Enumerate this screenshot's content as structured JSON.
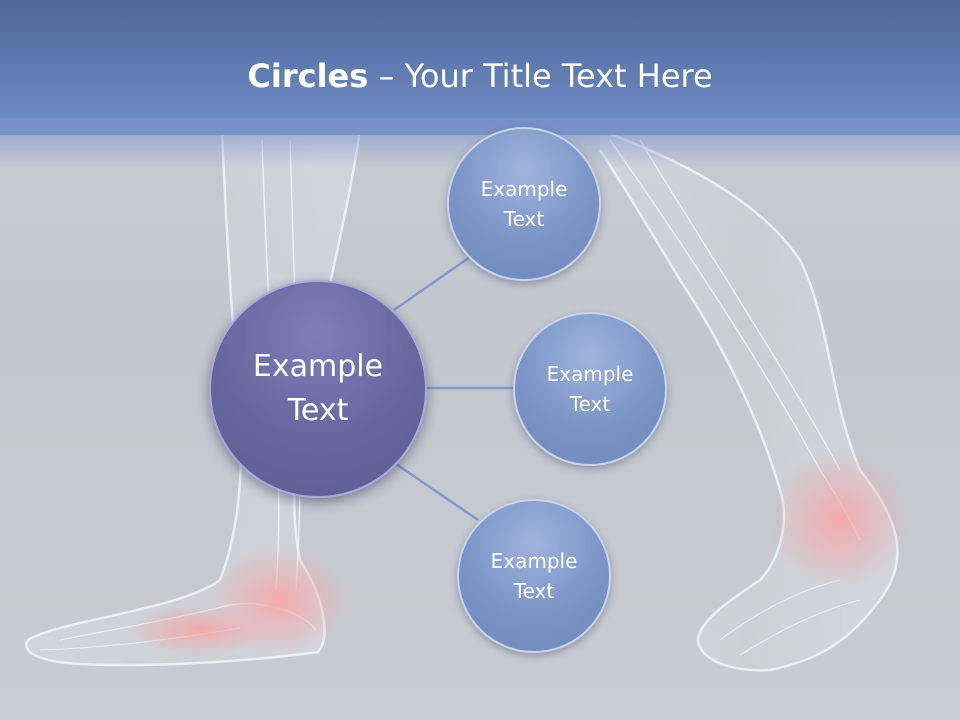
{
  "slide": {
    "title_bold": "Circles",
    "title_rest": " – Your Title Text Here"
  },
  "diagram": {
    "center": {
      "label": "Example Text"
    },
    "nodes": [
      {
        "label": "Example Text"
      },
      {
        "label": "Example Text"
      },
      {
        "label": "Example Text"
      }
    ]
  },
  "colors": {
    "header": "#5f7ab0",
    "main_circle": "#66669e",
    "small_circle": "#7a94c6",
    "connector": "#7f9ad0",
    "joint_highlight": "#f2a1a1"
  },
  "background": {
    "image": "x-ray-legs-and-feet"
  }
}
